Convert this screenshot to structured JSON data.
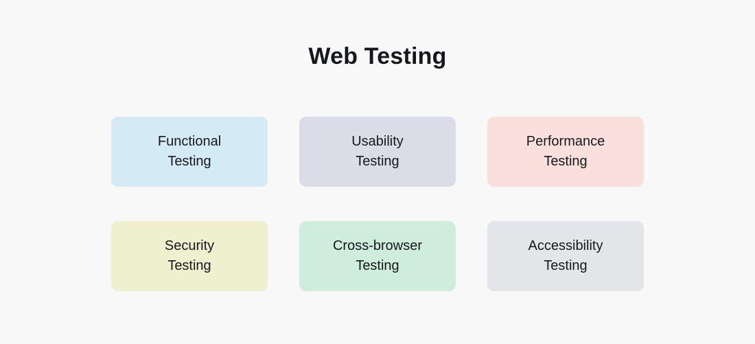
{
  "page": {
    "title": "Web Testing",
    "background_color": "#f8f8f8",
    "text_color": "#16181c"
  },
  "cards": [
    {
      "label": "Functional\nTesting",
      "name": "card-functional-testing",
      "color": "#d4ebf5",
      "row": 1,
      "column": 1
    },
    {
      "label": "Usability\nTesting",
      "name": "card-usability-testing",
      "color": "#dcdbe8",
      "row": 1,
      "column": 2
    },
    {
      "label": "Performance\nTesting",
      "name": "card-performance-testing",
      "color": "#f9e0dc",
      "row": 1,
      "column": 3
    },
    {
      "label": "Security\nTesting",
      "name": "card-security-testing",
      "color": "#eff0ce",
      "row": 2,
      "column": 1
    },
    {
      "label": "Cross-browser\nTesting",
      "name": "card-cross-browser-testing",
      "color": "#cfeddd",
      "row": 2,
      "column": 2
    },
    {
      "label": "Accessibility\nTesting",
      "name": "card-accessibility-testing",
      "color": "#e4e5e9",
      "row": 2,
      "column": 3
    }
  ]
}
